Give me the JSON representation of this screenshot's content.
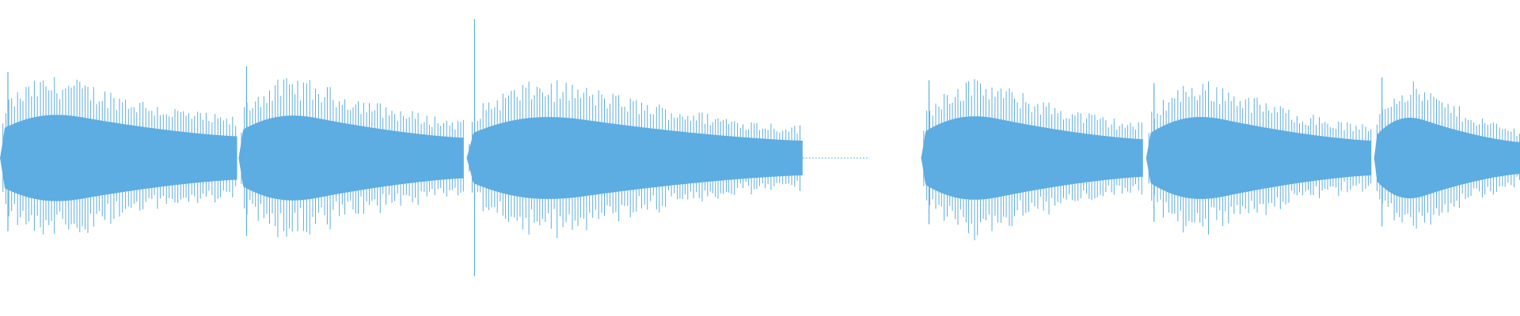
{
  "waveform": {
    "color": "#5dade2",
    "background": "#ffffff",
    "duration_fraction_of_full_scale": 1.0,
    "notes": [
      {
        "onset": 0.0,
        "decay_end": 0.156,
        "peak_amplitude": 0.62,
        "sustain_amplitude": 0.3
      },
      {
        "onset": 0.157,
        "decay_end": 0.305,
        "peak_amplitude": 0.66,
        "sustain_amplitude": 0.28
      },
      {
        "onset": 0.307,
        "decay_end": 0.528,
        "peak_amplitude": 1.0,
        "sustain_amplitude": 0.24
      },
      {
        "onset": 0.606,
        "decay_end": 0.752,
        "peak_amplitude": 0.56,
        "sustain_amplitude": 0.26
      },
      {
        "onset": 0.754,
        "decay_end": 0.902,
        "peak_amplitude": 0.54,
        "sustain_amplitude": 0.24
      },
      {
        "onset": 0.904,
        "decay_end": 1.0,
        "peak_amplitude": 0.58,
        "sustain_amplitude": 0.22
      }
    ],
    "silence_segments": [
      {
        "start": 0.528,
        "end": 0.572,
        "level": 0.004
      },
      {
        "start": 0.572,
        "end": 0.606,
        "level": 0.0
      }
    ]
  }
}
